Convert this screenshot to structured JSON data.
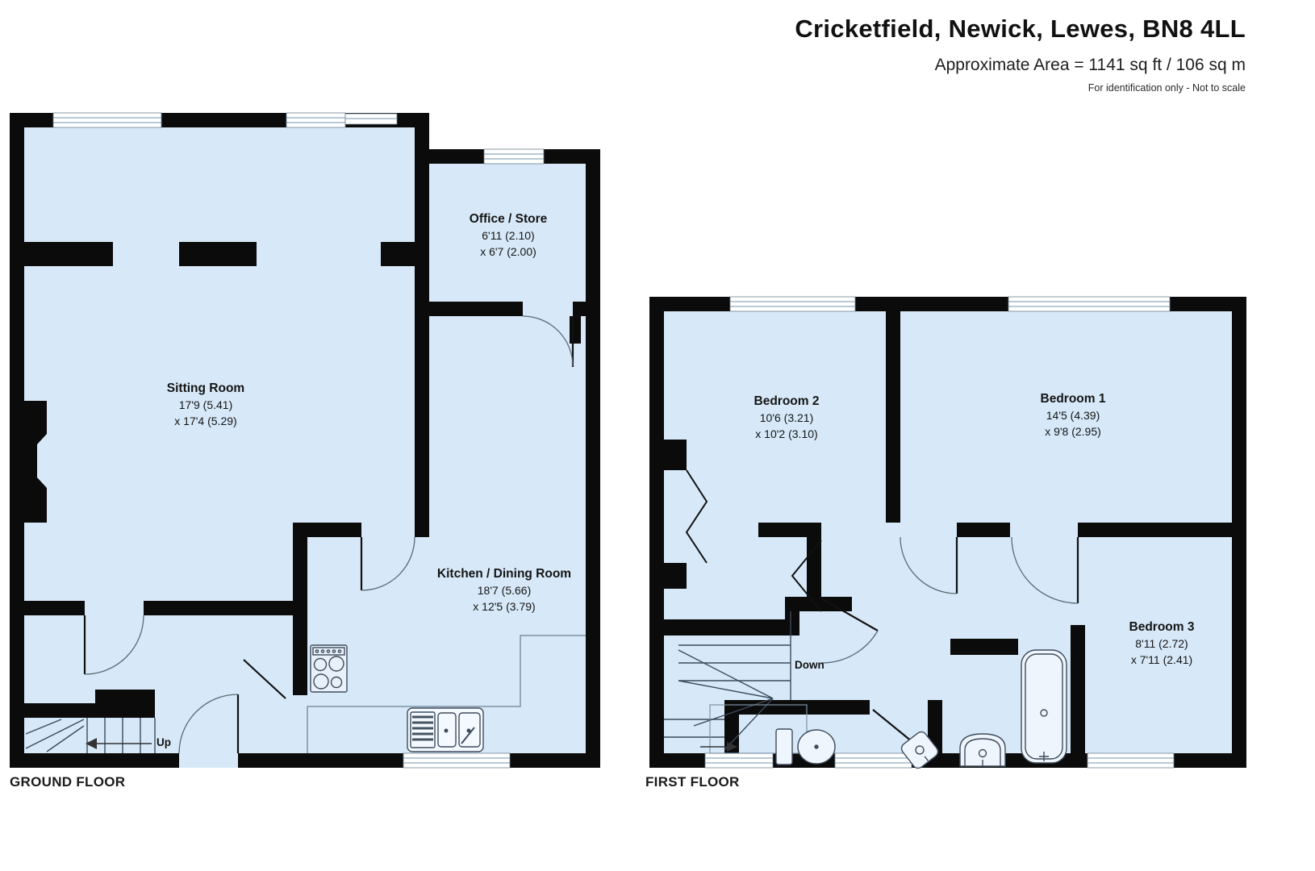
{
  "header": {
    "title": "Cricketfield, Newick, Lewes, BN8 4LL",
    "area_line": "Approximate Area = 1141 sq ft / 106 sq m",
    "note": "For identification only - Not to scale"
  },
  "floors": {
    "ground": {
      "label": "GROUND FLOOR",
      "stairs_label": "Up",
      "rooms": {
        "sitting": {
          "name": "Sitting Room",
          "dim1": "17'9 (5.41)",
          "dim2": "x 17'4 (5.29)"
        },
        "office": {
          "name": "Office / Store",
          "dim1": "6'11 (2.10)",
          "dim2": "x 6'7 (2.00)"
        },
        "kitchen": {
          "name": "Kitchen / Dining Room",
          "dim1": "18'7 (5.66)",
          "dim2": "x 12'5 (3.79)"
        }
      }
    },
    "first": {
      "label": "FIRST FLOOR",
      "stairs_label": "Down",
      "rooms": {
        "bedroom2": {
          "name": "Bedroom 2",
          "dim1": "10'6 (3.21)",
          "dim2": "x 10'2 (3.10)"
        },
        "bedroom1": {
          "name": "Bedroom 1",
          "dim1": "14'5 (4.39)",
          "dim2": "x 9'8 (2.95)"
        },
        "bedroom3": {
          "name": "Bedroom 3",
          "dim1": "8'11 (2.72)",
          "dim2": "x 7'11 (2.41)"
        }
      }
    }
  },
  "colors": {
    "floor_fill": "#d7e9f8",
    "wall": "#0b0b0b",
    "glazing_line": "#8fa9bd",
    "fixture_stroke": "#3f4c5c"
  }
}
